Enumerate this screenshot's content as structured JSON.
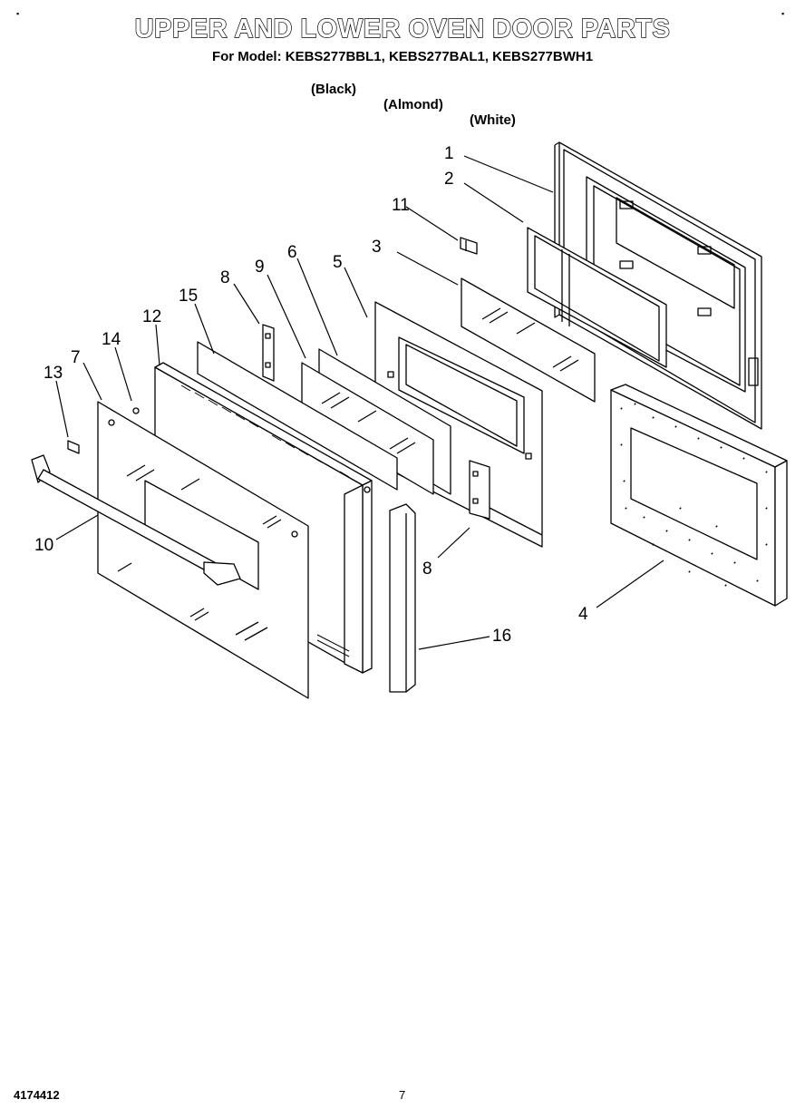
{
  "header": {
    "title": "UPPER AND LOWER OVEN DOOR PARTS",
    "model_line": "For Model: KEBS277BBL1, KEBS277BAL1, KEBS277BWH1",
    "colors": [
      "(Black)",
      "(Almond)",
      "(White)"
    ]
  },
  "callouts": [
    "1",
    "2",
    "11",
    "3",
    "6",
    "5",
    "9",
    "8",
    "15",
    "12",
    "14",
    "7",
    "13",
    "10",
    "8",
    "4",
    "16"
  ],
  "footer": {
    "doc_number": "4174412",
    "page_number": "7"
  }
}
